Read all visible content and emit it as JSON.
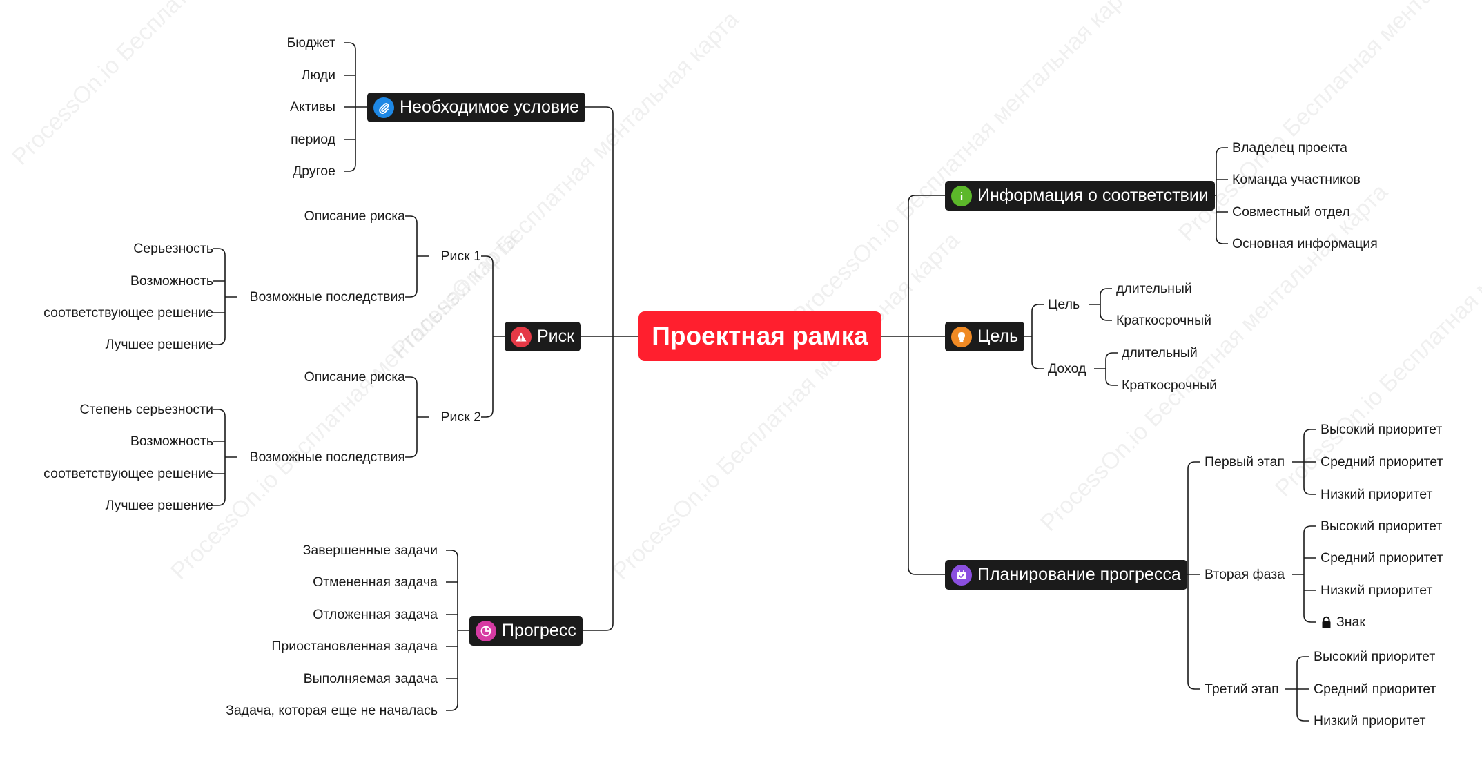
{
  "watermark": "ProcessOn.io Бесплатная ментальная карта",
  "root": {
    "label": "Проектная рамка",
    "color": "#ff1f2e"
  },
  "colors": {
    "branch_bg": "#1b1b1b",
    "line": "#1a1a1a",
    "icon_prerequisite": "#1e88e5",
    "icon_risk": "#e53946",
    "icon_progress": "#d63ba3",
    "icon_info": "#5cb82a",
    "icon_goal": "#f08a24",
    "icon_planning": "#8b4fe0"
  },
  "left": {
    "prerequisite": {
      "label": "Необходимое условие",
      "icon": "paperclip-icon",
      "items": [
        "Бюджет",
        "Люди",
        "Активы",
        "период",
        "Другое"
      ]
    },
    "risk": {
      "label": "Риск",
      "icon": "warning-icon",
      "risks": [
        {
          "label": "Риск 1",
          "description": "Описание риска",
          "consequences": "Возможные последствия",
          "items": [
            "Серьезность",
            "Возможность",
            "соответствующее решение",
            "Лучшее решение"
          ]
        },
        {
          "label": "Риск 2",
          "description": "Описание риска",
          "consequences": "Возможные последствия",
          "items": [
            "Степень серьезности",
            "Возможность",
            "соответствующее решение",
            "Лучшее решение"
          ]
        }
      ]
    },
    "progress": {
      "label": "Прогресс",
      "icon": "pie-chart-icon",
      "items": [
        "Завершенные задачи",
        "Отмененная задача",
        "Отложенная задача",
        "Приостановленная задача",
        "Выполняемая задача",
        "Задача, которая еще не началась"
      ]
    }
  },
  "right": {
    "info": {
      "label": "Информация о соответствии",
      "icon": "info-icon",
      "items": [
        "Владелец проекта",
        "Команда участников",
        "Совместный отдел",
        "Основная информация"
      ]
    },
    "goal": {
      "label": "Цель",
      "icon": "lightbulb-icon",
      "subs": [
        {
          "label": "Цель",
          "items": [
            "длительный",
            "Краткосрочный"
          ]
        },
        {
          "label": "Доход",
          "items": [
            "длительный",
            "Краткосрочный"
          ]
        }
      ]
    },
    "planning": {
      "label": "Планирование прогресса",
      "icon": "calendar-icon",
      "phases": [
        {
          "label": "Первый этап",
          "items": [
            "Высокий приоритет",
            "Средний приоритет",
            "Низкий приоритет"
          ]
        },
        {
          "label": "Вторая фаза",
          "items": [
            "Высокий приоритет",
            "Средний приоритет",
            "Низкий приоритет"
          ],
          "extra": "Знак",
          "extra_icon": "lock-icon"
        },
        {
          "label": "Третий этап",
          "items": [
            "Высокий приоритет",
            "Средний приоритет",
            "Низкий приоритет"
          ]
        }
      ]
    }
  }
}
